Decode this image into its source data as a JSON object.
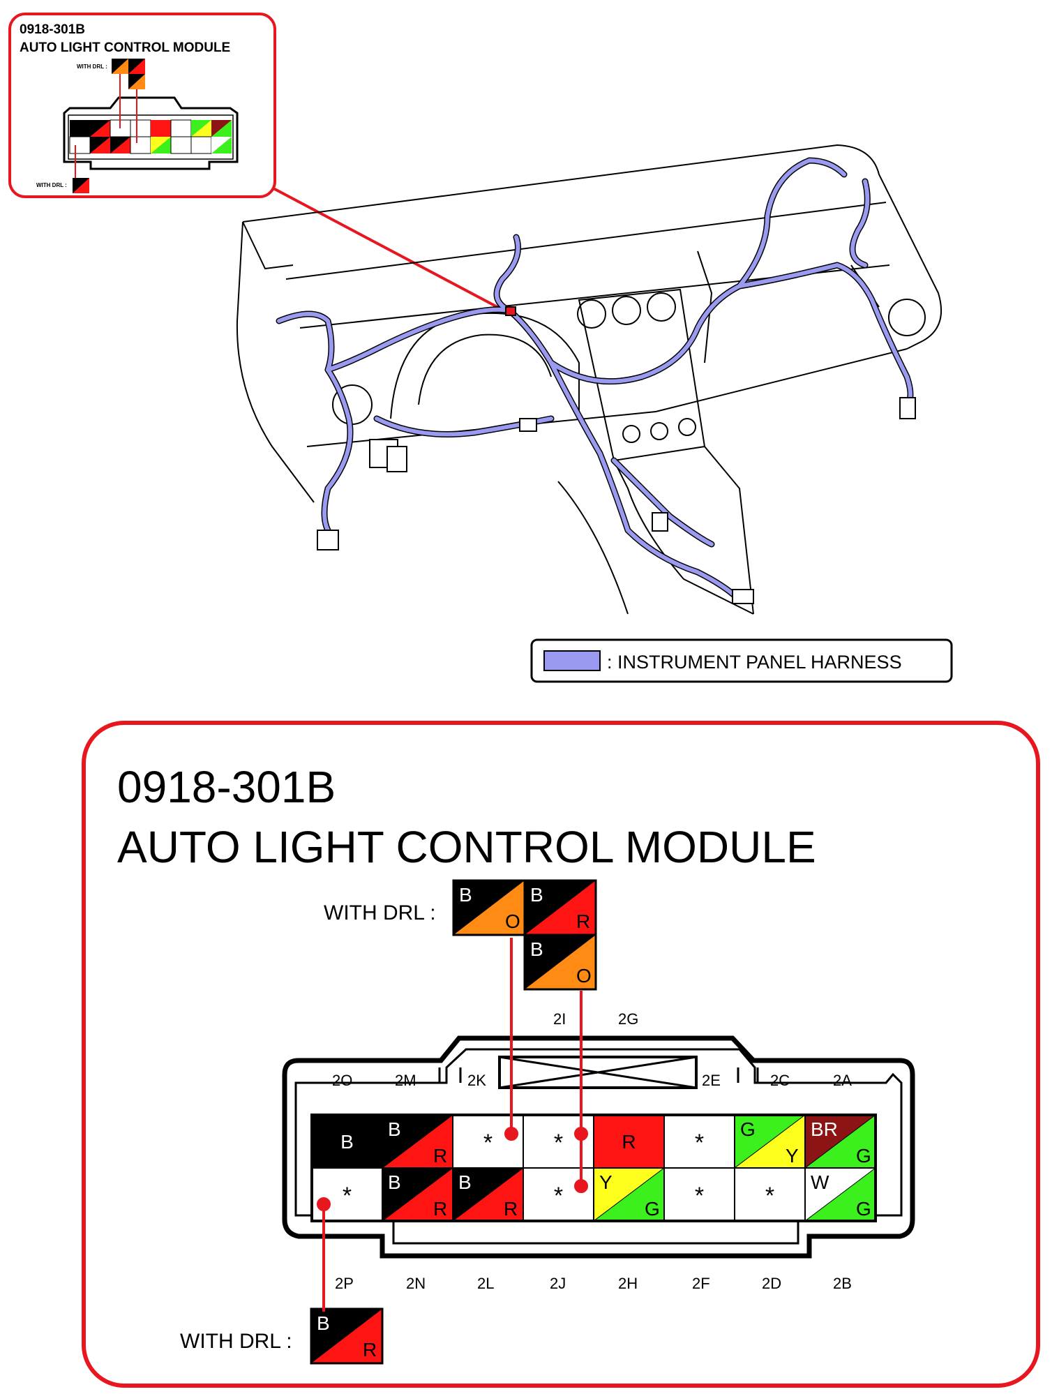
{
  "colors": {
    "frame_red": "#e8161e",
    "harness_blue": "#9a9af0",
    "wire_black": "#000000",
    "wire_red": "#ff1414",
    "wire_orange": "#ff8a14",
    "wire_yellow": "#ffff1e",
    "wire_green": "#3cf01e",
    "wire_brown": "#8c1414",
    "wire_white": "#ffffff"
  },
  "inset": {
    "code": "0918-301B",
    "title": "AUTO LIGHT CONTROL MODULE",
    "with_drl_label": "WITH DRL :"
  },
  "legend": {
    "label": ": INSTRUMENT PANEL HARNESS"
  },
  "detail": {
    "code": "0918-301B",
    "title": "AUTO LIGHT CONTROL MODULE",
    "with_drl_top": "WITH DRL :",
    "with_drl_bottom": "WITH DRL :",
    "pin_labels_top": [
      "2I",
      "2G",
      "2O",
      "2M",
      "2K",
      "2E",
      "2C",
      "2A"
    ],
    "pin_labels_bottom": [
      "2P",
      "2N",
      "2L",
      "2J",
      "2H",
      "2F",
      "2D",
      "2B"
    ],
    "top_row": [
      {
        "pin": "2O",
        "a": "B",
        "b": ""
      },
      {
        "pin": "2M",
        "a": "B",
        "b": "R"
      },
      {
        "pin": "2K",
        "a": "*",
        "b": ""
      },
      {
        "pin": "2I",
        "a": "*",
        "b": ""
      },
      {
        "pin": "2G",
        "a": "R",
        "b": ""
      },
      {
        "pin": "2E",
        "a": "*",
        "b": ""
      },
      {
        "pin": "2C",
        "a": "G",
        "b": "Y"
      },
      {
        "pin": "2A",
        "a": "BR",
        "b": "G"
      }
    ],
    "bottom_row": [
      {
        "pin": "2P",
        "a": "*",
        "b": ""
      },
      {
        "pin": "2N",
        "a": "B",
        "b": "R"
      },
      {
        "pin": "2L",
        "a": "B",
        "b": "R"
      },
      {
        "pin": "2J",
        "a": "*",
        "b": ""
      },
      {
        "pin": "2H",
        "a": "Y",
        "b": "G"
      },
      {
        "pin": "2F",
        "a": "*",
        "b": ""
      },
      {
        "pin": "2D",
        "a": "*",
        "b": ""
      },
      {
        "pin": "2B",
        "a": "W",
        "b": "G"
      }
    ],
    "drl_wires": [
      {
        "a": "B",
        "b": "O"
      },
      {
        "a": "B",
        "b": "R"
      },
      {
        "a": "B",
        "b": "O"
      },
      {
        "a": "B",
        "b": "R"
      }
    ]
  }
}
